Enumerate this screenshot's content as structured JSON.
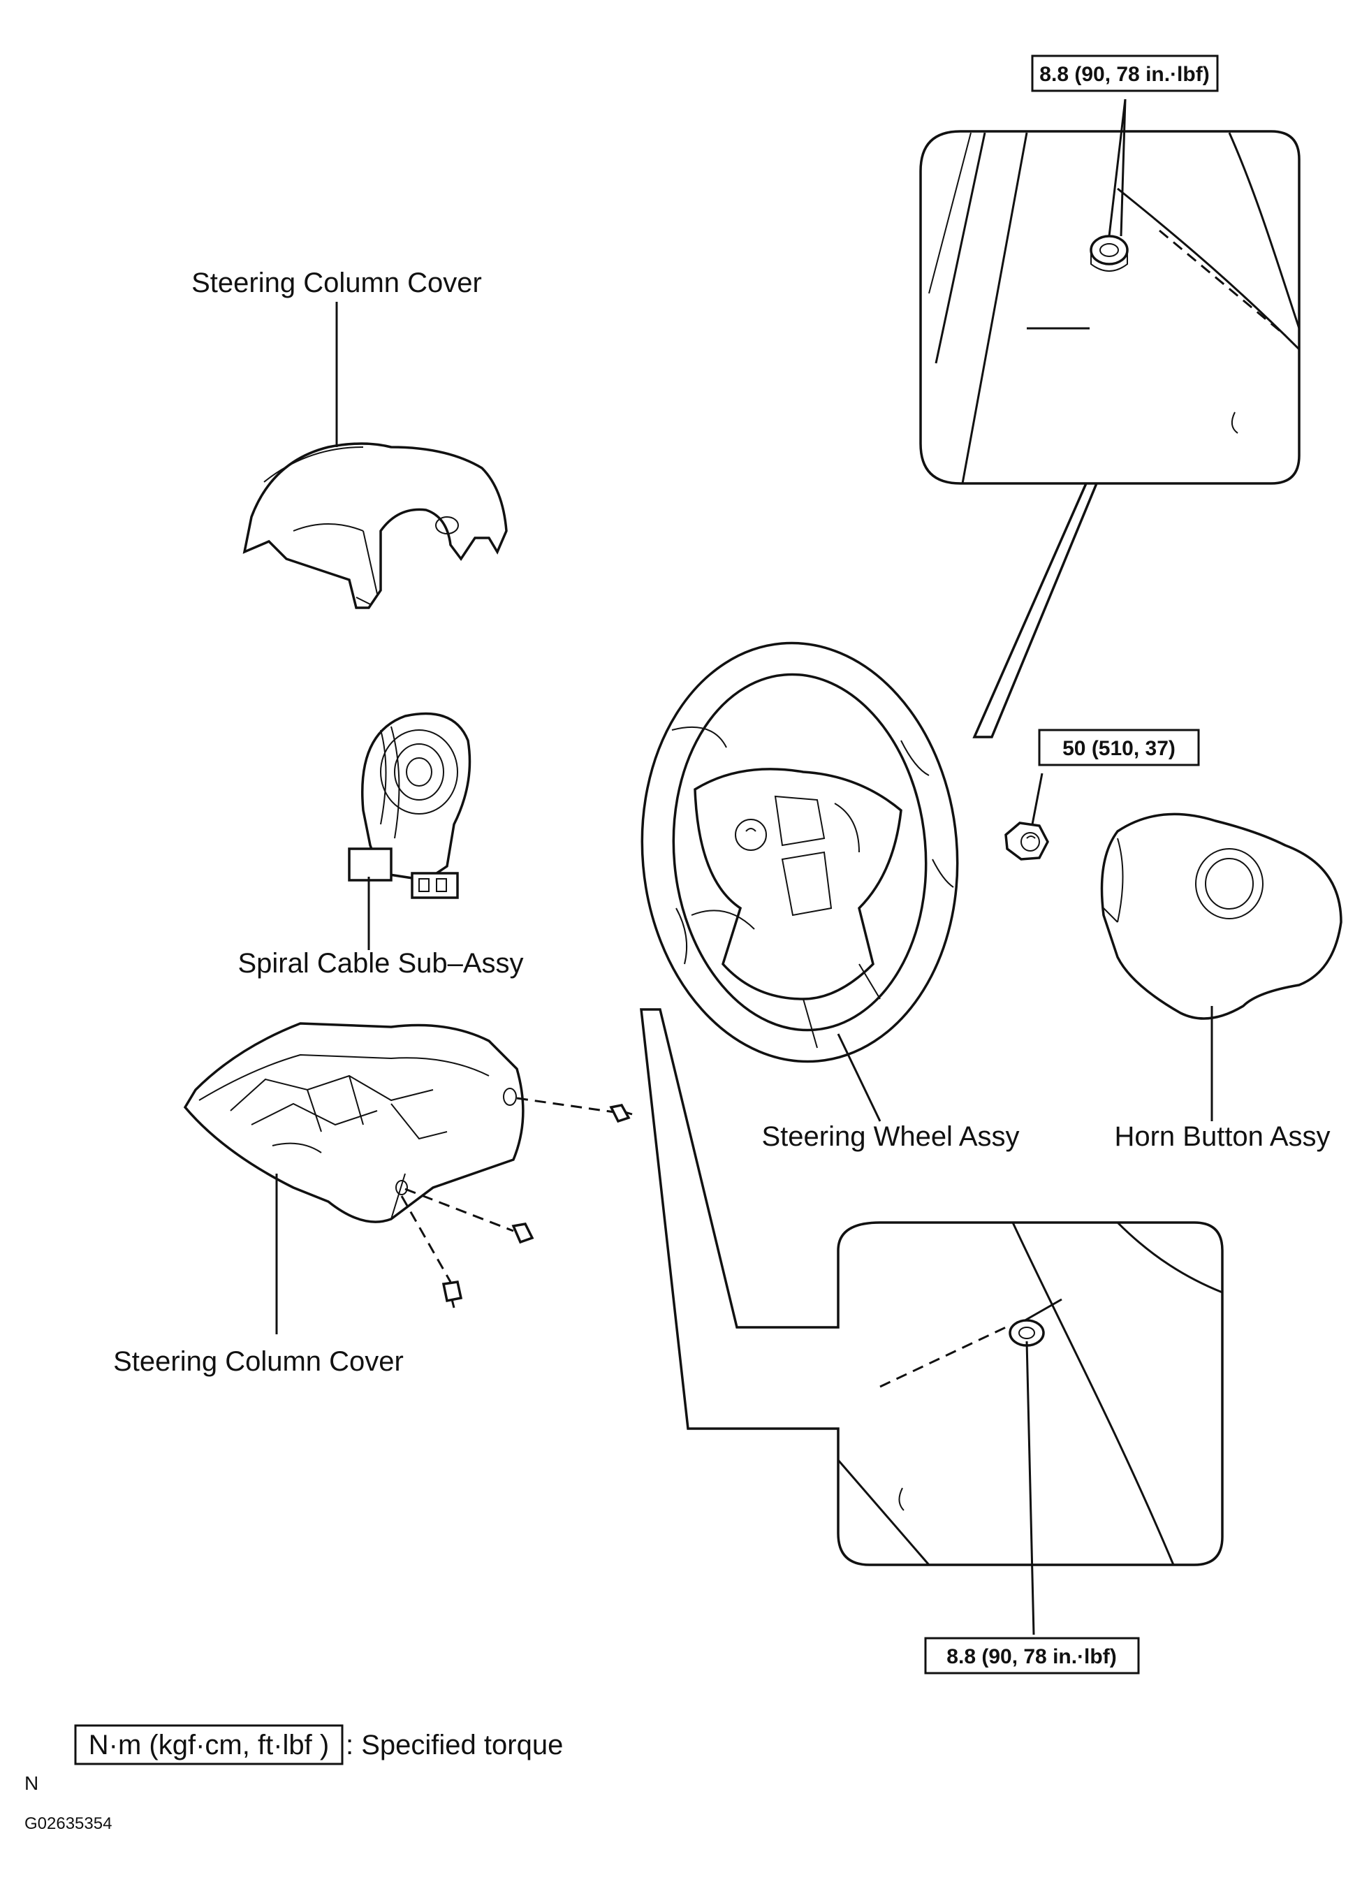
{
  "labels": {
    "steering_column_cover_upper": "Steering Column Cover",
    "spiral_cable": "Spiral Cable Sub–Assy",
    "steering_column_cover_lower": "Steering Column Cover",
    "steering_wheel": "Steering Wheel Assy",
    "horn_button": "Horn Button Assy"
  },
  "torques": {
    "top": "8.8 (90, 78 in.·lbf)",
    "nut": "50 (510, 37)",
    "bottom": "8.8 (90, 78 in.·lbf)"
  },
  "legend": {
    "unit_box": "N·m (kgf·cm, ft·lbf )",
    "description": ": Specified torque"
  },
  "footer": {
    "mark": "N",
    "code": "G02635354"
  }
}
